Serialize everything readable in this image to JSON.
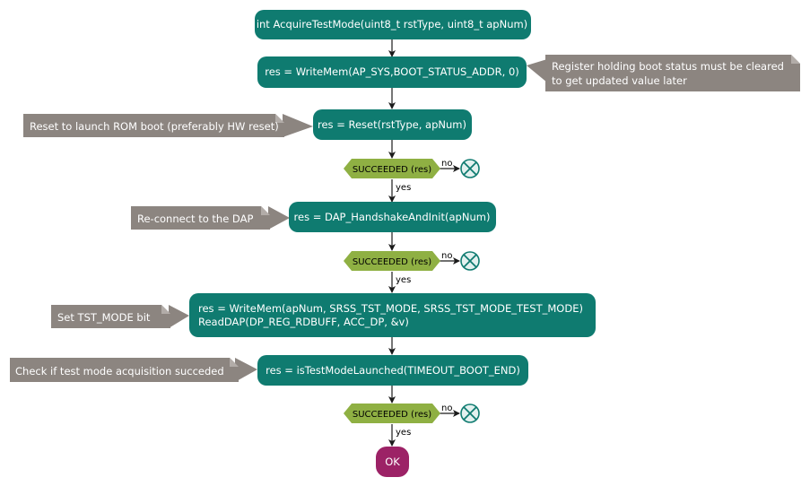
{
  "colors": {
    "action_fill": "#0f7b70",
    "decision_fill": "#8fb043",
    "note_fill": "#8c8580",
    "end_fill": "#9c2266",
    "stop_stroke": "#0f7b70",
    "stop_fill": "#e3f1ef",
    "arrow": "#1a1a1a"
  },
  "actions": {
    "start": "int AcquireTestMode(uint8_t rstType, uint8_t apNum)",
    "clear_status": "res = WriteMem(AP_SYS,BOOT_STATUS_ADDR, 0)",
    "reset": "res = Reset(rstType, apNum)",
    "handshake": "res = DAP_HandshakeAndInit(apNum)",
    "tst_mode_line1": "res = WriteMem(apNum, SRSS_TST_MODE, SRSS_TST_MODE_TEST_MODE)",
    "tst_mode_line2": "ReadDAP(DP_REG_RDBUFF, ACC_DP, &v)",
    "launched": "res = isTestModeLaunched(TIMEOUT_BOOT_END)",
    "ok": "OK"
  },
  "decisions": {
    "d1": "SUCCEEDED (res)",
    "d2": "SUCCEEDED (res)",
    "d3": "SUCCEEDED (res)"
  },
  "edge_labels": {
    "no1": "no",
    "no2": "no",
    "no3": "no",
    "yes1": "yes",
    "yes2": "yes",
    "yes3": "yes"
  },
  "notes": {
    "boot_status_line1": "Register holding boot status must be cleared",
    "boot_status_line2": "to get updated value later",
    "reset_note": "Reset to launch ROM boot (preferably HW reset)",
    "reconnect_note": "Re-connect to the DAP",
    "tst_mode_note": "Set TST_MODE bit",
    "check_note": "Check if test mode acquisition succeded"
  },
  "icons": {
    "stop": "stop-cross-icon"
  }
}
